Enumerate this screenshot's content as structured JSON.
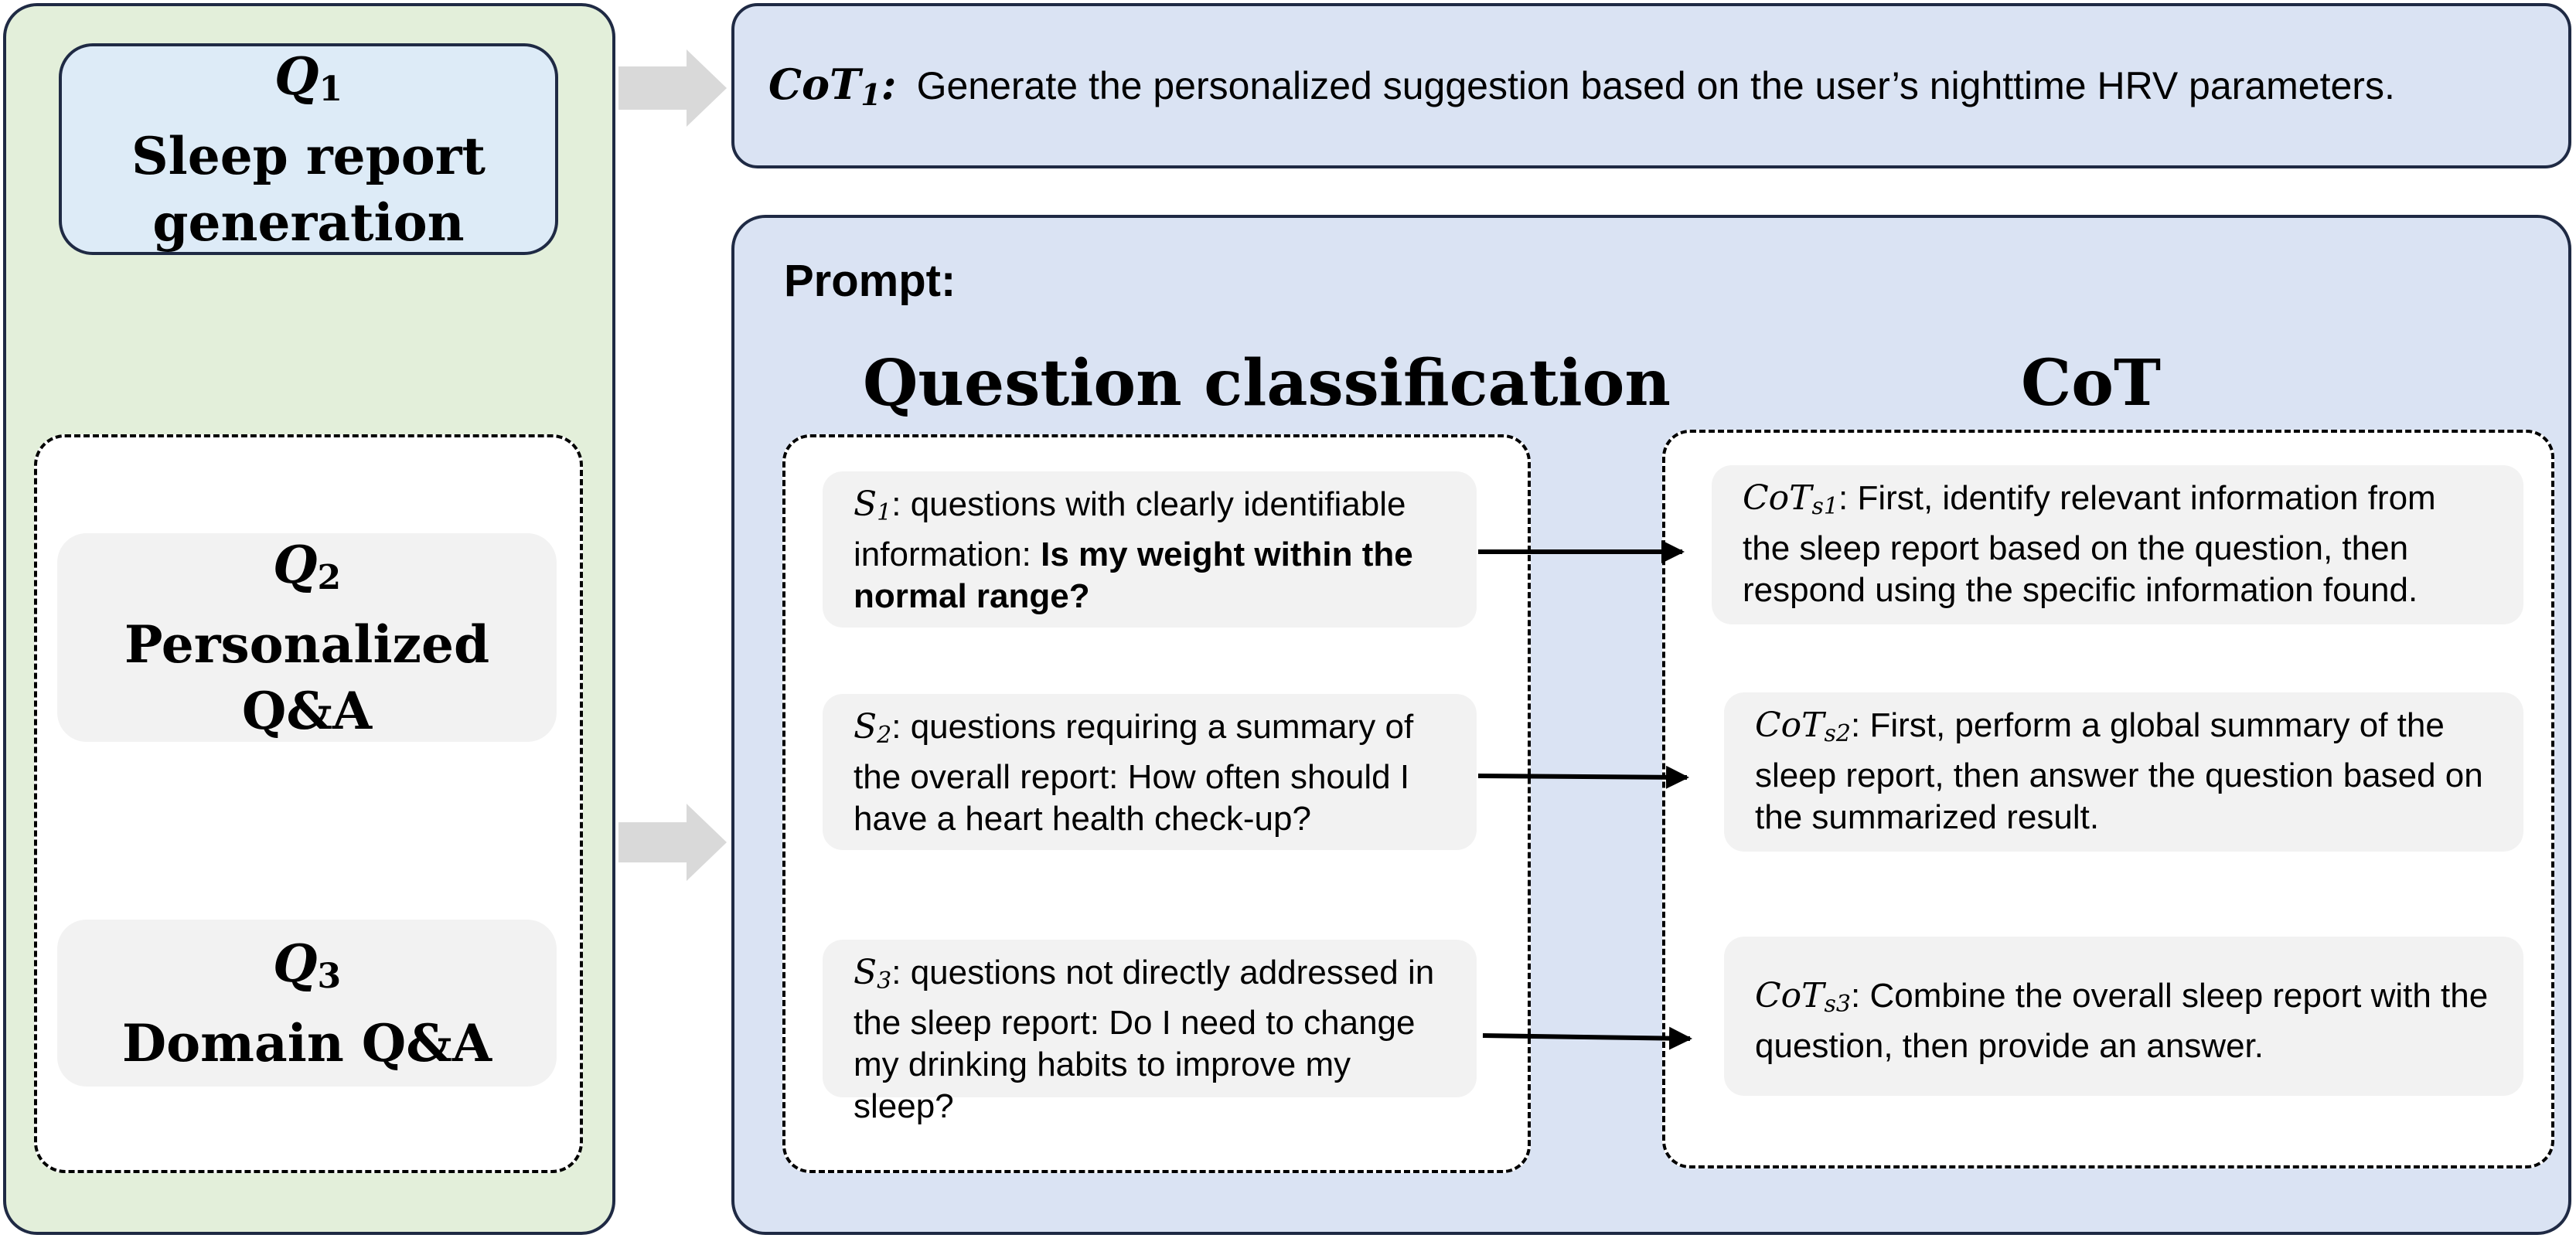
{
  "left": {
    "q1": {
      "symbol": "Q",
      "subscript": "1",
      "line1": "Sleep report",
      "line2": "generation"
    },
    "q2": {
      "symbol": "Q",
      "subscript": "2",
      "line1": "Personalized",
      "line2": "Q&A"
    },
    "q3": {
      "symbol": "Q",
      "subscript": "3",
      "line1": "Domain Q&A"
    }
  },
  "cot1": {
    "symbol": "CoT",
    "subscript": "1",
    "colon": ":",
    "text": "Generate the personalized suggestion based on the user’s nighttime HRV parameters."
  },
  "prompt": {
    "label": "Prompt:",
    "classification_heading": "Question classification",
    "cot_heading": "CoT",
    "questions": [
      {
        "symbol": "S",
        "subscript": "1",
        "text": ": questions with clearly identifiable information: ",
        "example": "Is my weight within the normal range?"
      },
      {
        "symbol": "S",
        "subscript": "2",
        "text": ": questions requiring a summary of the overall report: How often should I have a heart health check-up?"
      },
      {
        "symbol": "S",
        "subscript": "3",
        "text": ": questions not directly addressed in the sleep report: Do I need to change my drinking habits to improve my sleep?"
      }
    ],
    "cots": [
      {
        "symbol": "CoT",
        "subscript": "s1",
        "text": ": First, identify relevant information from the sleep report based on the question, then respond using the specific information found."
      },
      {
        "symbol": "CoT",
        "subscript": "s2",
        "text": ": First, perform a global summary of the sleep report, then answer the question based on the summarized result."
      },
      {
        "symbol": "CoT",
        "subscript": "s3",
        "text": ": Combine the overall sleep report with the question, then provide an answer."
      }
    ]
  },
  "colors": {
    "left_panel": "#e3efda",
    "q1_box": "#ddebf7",
    "gray_card": "#f2f2f2",
    "right_panel": "#dae3f3",
    "outline": "#1f2a44",
    "flow_arrow": "#d9d9d9"
  }
}
